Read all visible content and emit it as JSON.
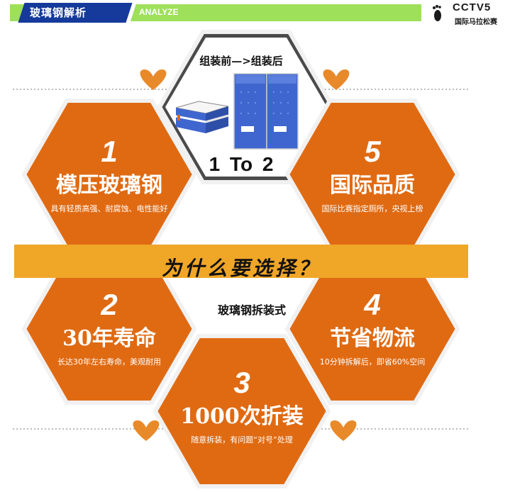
{
  "header": {
    "title": "玻璃钢解析",
    "tag": "ANALYZE",
    "logo": "CCTV5",
    "logo_sub": "国际马拉松赛"
  },
  "center": {
    "top_caption": "组装前—>组装后",
    "one_to_two": "1 To 2",
    "banner": "为什么要选择？",
    "label": "玻璃钢拆装式"
  },
  "features": [
    {
      "num": "1",
      "title": "模压玻璃钢",
      "desc": "具有轻质高强、耐腐蚀、电性能好"
    },
    {
      "num": "5",
      "title": "国际品质",
      "desc": "国际比赛指定厕所，央视上榜"
    },
    {
      "num": "2",
      "title": "30年寿命",
      "desc": "长达30年左右寿命，美观耐用"
    },
    {
      "num": "4",
      "title": "节省物流",
      "desc": "10分钟拆解后，即省60%空间"
    },
    {
      "num": "3",
      "title": "1000次折装",
      "desc": "随意拆装，有问题“对号”处理"
    }
  ],
  "colors": {
    "hex_orange": "#e06a12",
    "hex_border": "#f1f1f1",
    "heart": "#e88a2a",
    "banner": "#f0a627",
    "header_green": "#9ee05a",
    "header_blue": "#163a9b",
    "cabin_blue": "#3f66cf"
  }
}
